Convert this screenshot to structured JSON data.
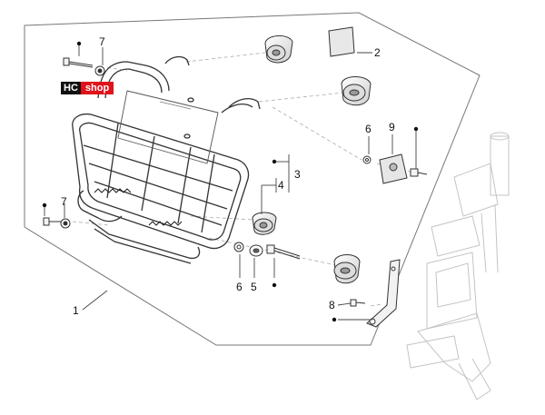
{
  "logo": {
    "part1": "HC",
    "part2": "shop"
  },
  "callouts": {
    "c1": "1",
    "c2": "2",
    "c3": "3",
    "c4": "4",
    "c5": "5",
    "c6a": "6",
    "c6b": "6",
    "c7a": "7",
    "c7b": "7",
    "c8": "8",
    "c9": "9"
  },
  "colors": {
    "line": "#333333",
    "leader": "#666666",
    "faint": "#bbbbbb",
    "logo_red": "#e0131b",
    "logo_black": "#111111"
  }
}
